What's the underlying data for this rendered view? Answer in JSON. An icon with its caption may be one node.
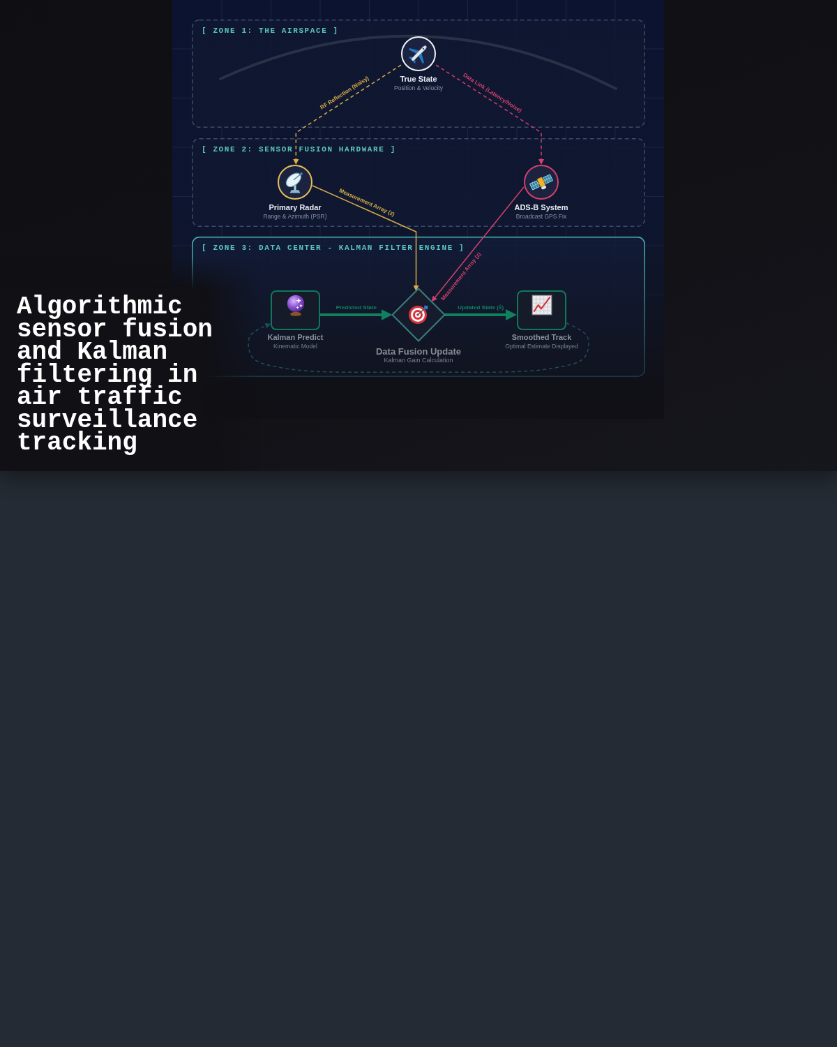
{
  "diagram": {
    "title": "Algorithmic sensor fusion and Kalman filtering in air traffic surveillance tracking",
    "nodes": [
      {
        "text": [
          "[ ZONE 1: THE AIRSPACE ]"
        ]
      },
      {
        "text": [
          "True State",
          "Position & Velocity"
        ],
        "in": 0
      },
      {
        "text": [
          "[ ZONE 2: SENSOR FUSION HARDWARE ]"
        ]
      },
      {
        "text": [
          "Primary Radar",
          "Range & Azimuth (PSR)"
        ],
        "in": 2
      },
      {
        "text": [
          "ADS-B System",
          "Broadcast GPS Fix"
        ],
        "in": 2
      },
      {
        "text": [
          "[ ZONE 3: DATA CENTER - KALMAN FILTER ENGINE ]"
        ]
      },
      {
        "text": [
          "Kalman Predict",
          "Kinematic Model"
        ],
        "in": 5
      },
      {
        "text": [
          "Data Fusion Update",
          "Kalman Gain Calculation"
        ],
        "in": 5
      },
      {
        "text": [
          "Smoothed Track",
          "Optimal Estimate Displayed"
        ],
        "in": 5
      }
    ],
    "edges": [
      {
        "from": 1,
        "to": 3,
        "arrow": "to",
        "label": "RF Reflection (Noisy)",
        "style": "dashed",
        "color": "#d9ad4b"
      },
      {
        "from": 1,
        "to": 4,
        "arrow": "to",
        "label": "Data Link (Latency/Noise)",
        "style": "dashed",
        "color": "#d2406b"
      },
      {
        "from": 3,
        "to": 7,
        "arrow": "to",
        "label": "Measurement Array (z)",
        "color": "#d9ad4b"
      },
      {
        "from": 4,
        "to": 7,
        "arrow": "to",
        "label": "Measurement Array (z)",
        "color": "#d2406b"
      },
      {
        "from": 6,
        "to": 7,
        "arrow": "to",
        "label": "Predicted State",
        "style": "thick",
        "color": "#11805f"
      },
      {
        "from": 7,
        "to": 8,
        "arrow": "to",
        "label": "Updated State (x̂)",
        "style": "thick",
        "color": "#11805f"
      },
      {
        "from": 8,
        "to": 6,
        "arrow": "to",
        "style": "dashed",
        "color": "#1f4d5c"
      }
    ]
  }
}
